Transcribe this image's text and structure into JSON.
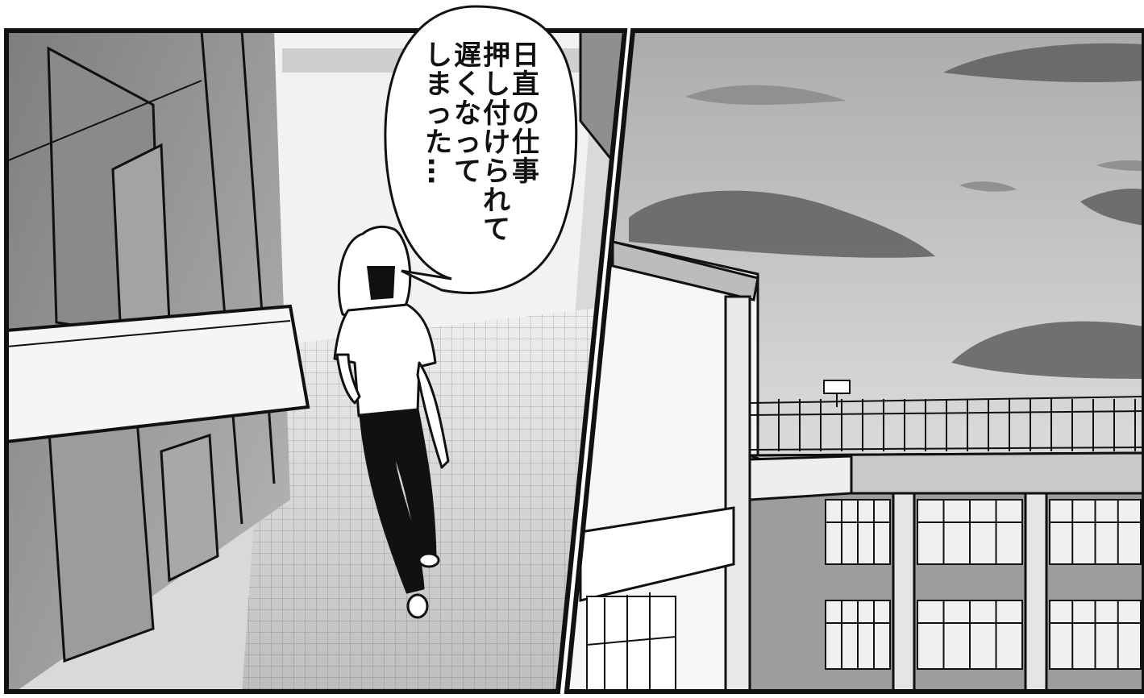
{
  "speech_bubble": {
    "lines": [
      "日直の仕事",
      "押し付けられて",
      "遅くなって",
      "しまった…"
    ]
  },
  "colors": {
    "ink": "#111111",
    "paper": "#ffffff",
    "sky_light": "#e4e4e4",
    "sky_dark": "#a9a9a9",
    "corridor_floor": "#d8d8d8",
    "wall_gray": "#9a9a9a"
  }
}
